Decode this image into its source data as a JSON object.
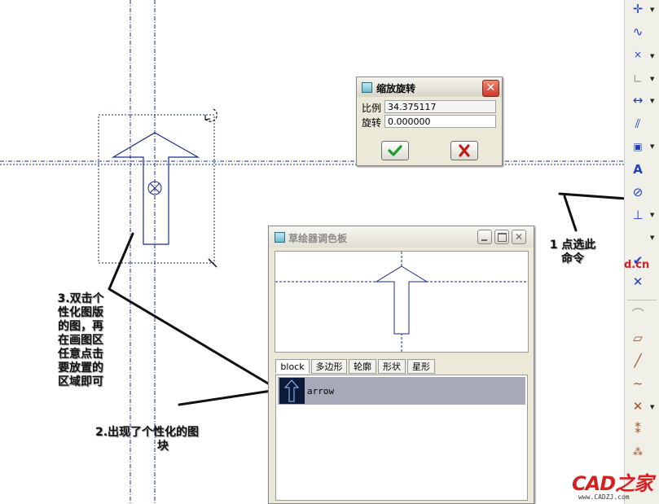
{
  "scale_rotate_dialog": {
    "title": "缩放旋转",
    "scale_label": "比例",
    "scale_value": "34.375117",
    "rotate_label": "旋转",
    "rotate_value": "0.000000",
    "ok_icon": "check-icon",
    "cancel_icon": "x-icon",
    "close_icon": "close-icon"
  },
  "sketch_palette": {
    "title": "草绘器调色板",
    "tabs": [
      "block",
      "多边形",
      "轮廓",
      "形状",
      "星形"
    ],
    "active_tab": "block",
    "items": [
      {
        "label": "arrow",
        "icon": "arrow-thumbnail"
      }
    ],
    "buttons": [
      "minimize",
      "maximize",
      "close"
    ]
  },
  "annotations": {
    "step1": [
      "1 点选此",
      "命令"
    ],
    "step2": [
      "2.出现了个性化的图",
      "块"
    ],
    "step3": [
      "3.双击个",
      "性化图版",
      "的图，再",
      "在画图区",
      "任意点击",
      "要放置的",
      "区域即可"
    ]
  },
  "toolbar": {
    "icons": [
      "point-tool-icon",
      "spline-icon",
      "x-point-icon",
      "corner-icon",
      "dimension-icon",
      "modify-icon",
      "constraint-icon",
      "text-icon",
      "palette-icon",
      "trim-icon",
      "accept-icon",
      "cancel-icon",
      "fillet-icon",
      "parallelogram-icon",
      "line-icon",
      "curve-icon",
      "intersect-icon",
      "mirror-icon",
      "divide-icon"
    ]
  },
  "watermark": {
    "brand": "CAD之家",
    "url": "www.CADZJ.com",
    "partial": "d.cn"
  },
  "colors": {
    "drawing_line": "#1a2a8a",
    "dialog_bg": "#ece9d8",
    "titlebar_active": "#d4d0c8",
    "ok_green": "#1f9a2f",
    "cancel_red": "#c41a1a",
    "close_red": "#d9503a",
    "selected_item": "#a8a9b8",
    "watermark_red": "#d42020"
  }
}
